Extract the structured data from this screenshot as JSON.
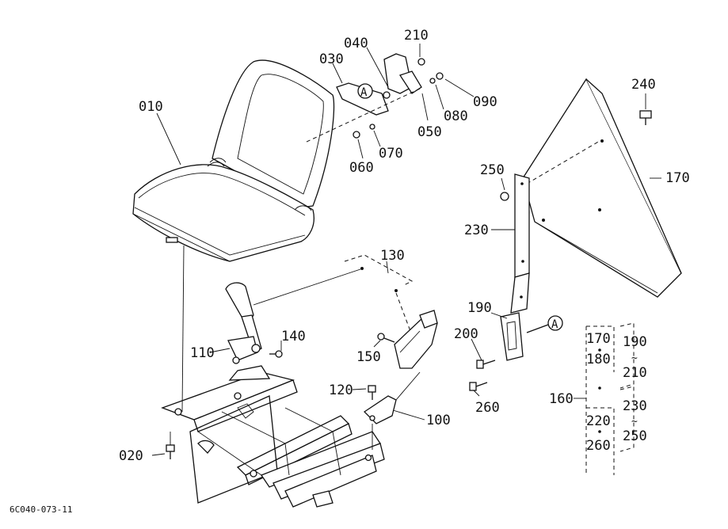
{
  "diagram": {
    "footer_code": "6C040-073-11",
    "ref_marker": "A",
    "part_labels": {
      "p010": "010",
      "p020": "020",
      "p030": "030",
      "p040": "040",
      "p050": "050",
      "p060": "060",
      "p070": "070",
      "p080": "080",
      "p090": "090",
      "p100": "100",
      "p110": "110",
      "p120": "120",
      "p130": "130",
      "p140": "140",
      "p150": "150",
      "p160": "160",
      "p170": "170",
      "p190": "190",
      "p200": "200",
      "p210": "210",
      "p230": "230",
      "p240": "240",
      "p250": "250",
      "p260": "260"
    },
    "kit_table": {
      "left_col": [
        "170",
        "180",
        "220",
        "260"
      ],
      "right_col": [
        "190",
        "210",
        "230",
        "250"
      ],
      "range_mark": "~",
      "group_label": "160"
    }
  }
}
